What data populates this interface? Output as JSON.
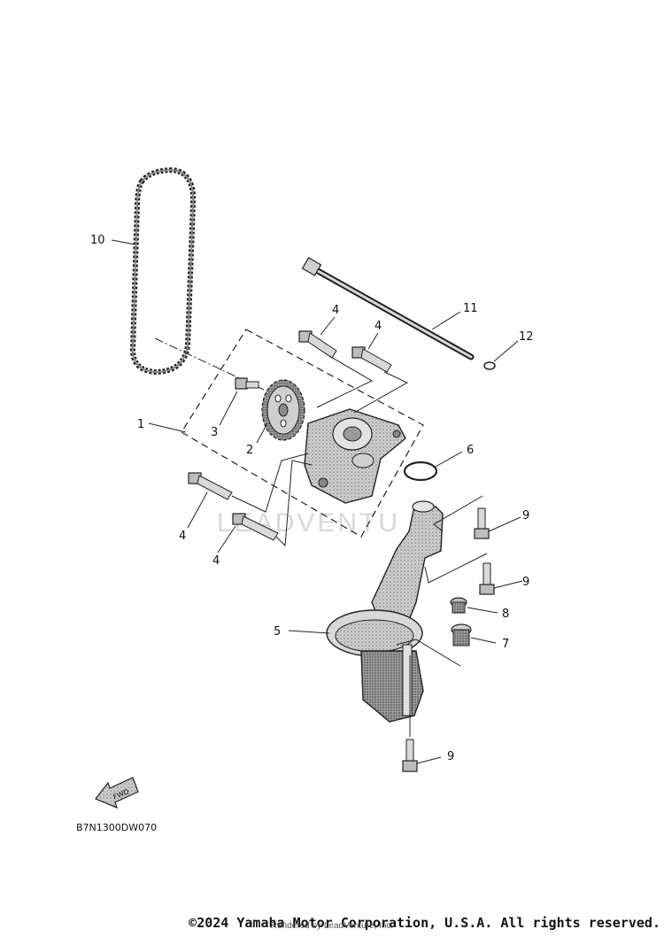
{
  "callouts": {
    "c1": "1",
    "c2": "2",
    "c3": "3",
    "c4a": "4",
    "c4b": "4",
    "c4c": "4",
    "c4d": "4",
    "c5": "5",
    "c6": "6",
    "c7": "7",
    "c8": "8",
    "c9a": "9",
    "c9b": "9",
    "c9c": "9",
    "c10": "10",
    "c11": "11",
    "c12": "12"
  },
  "diagram_code": "B7N1300DW070",
  "fwd_label": "FWD",
  "watermark": "LEADVENTU",
  "copyright": "©2024 Yamaha Motor Corporation, U.S.A. All rights reserved.",
  "rendered_by": "Rendered by LeadVenture, Inc.",
  "colors": {
    "ink": "#111111",
    "part_fill": "#bdbdbd",
    "part_dark": "#6f6f6f",
    "background": "#ffffff"
  }
}
